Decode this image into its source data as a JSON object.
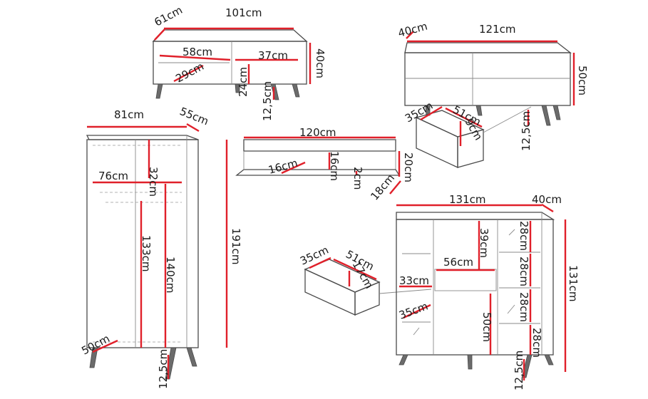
{
  "colors": {
    "measure_line": "#e0202a",
    "outline": "#4a4a4a",
    "background": "#ffffff"
  },
  "coffee_table": {
    "width": "101cm",
    "depth": "61cm",
    "height": "40cm",
    "inner_width": "58cm",
    "inner_depth": "29cm",
    "side_width": "37cm",
    "inner_height": "24cm",
    "leg_height": "12,5cm"
  },
  "tv_stand": {
    "width": "121cm",
    "depth": "40cm",
    "height": "50cm",
    "leg_height": "12,5cm",
    "drawer_depth": "35cm",
    "drawer_width": "51cm",
    "drawer_height": "9cm"
  },
  "shelf": {
    "width": "120cm",
    "height": "20cm",
    "depth": "18cm",
    "inner_depth": "16cm",
    "inner_height": "16cm",
    "board": "2cm"
  },
  "wardrobe": {
    "width": "81cm",
    "depth": "55cm",
    "height": "191cm",
    "top_compartment": "32cm",
    "rail_width": "76cm",
    "door_height": "133cm",
    "inner_height": "140cm",
    "shelf_depth": "50cm",
    "leg_height": "12,5cm"
  },
  "cabinet_drawer": {
    "depth": "35cm",
    "width": "51cm",
    "height": "17cm"
  },
  "highboard": {
    "width": "131cm",
    "depth": "40cm",
    "height": "131cm",
    "top_compartment": "39cm",
    "drawer_width": "56cm",
    "side_width": "33cm",
    "shelf_depth": "35cm",
    "lower_height": "50cm",
    "shelf_1": "28cm",
    "shelf_2": "28cm",
    "shelf_3": "28cm",
    "shelf_4": "28cm",
    "leg_height": "12,5cm"
  }
}
